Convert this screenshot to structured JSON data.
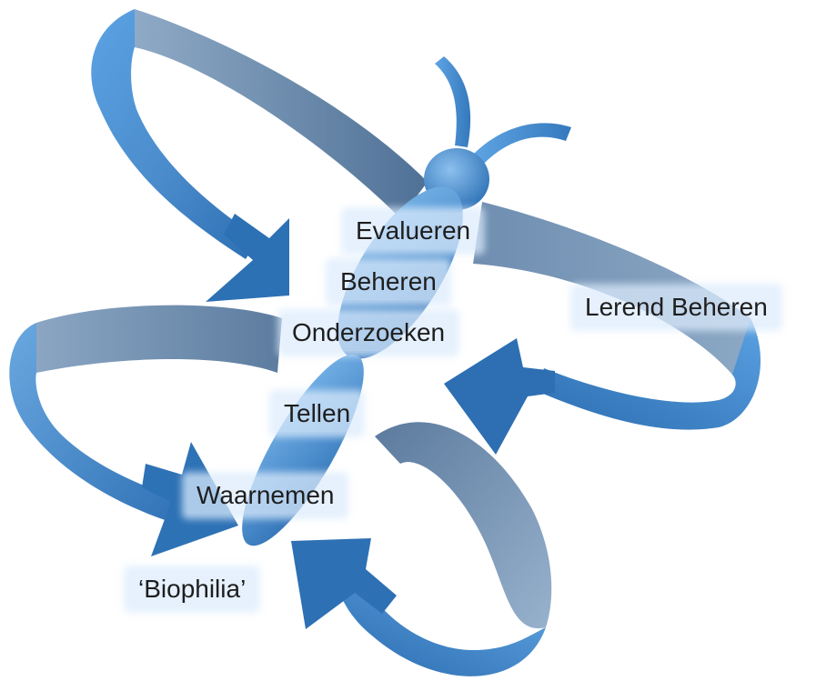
{
  "diagram": {
    "colors": {
      "ribbon_light": "#5ba3e4",
      "ribbon_dark": "#2b6fb3",
      "ribbon_inner_dark": "#4e6f92",
      "ribbon_inner_light": "#95afcb",
      "label_glow": "#ddecfc"
    },
    "icon": "butterfly-of-arrows",
    "labels": {
      "evalueren": "Evalueren",
      "beheren": "Beheren",
      "lerend_beheren": "Lerend Beheren",
      "onderzoeken": "Onderzoeken",
      "tellen": "Tellen",
      "waarnemen": "Waarnemen",
      "biophilia": "‘Biophilia’"
    }
  }
}
